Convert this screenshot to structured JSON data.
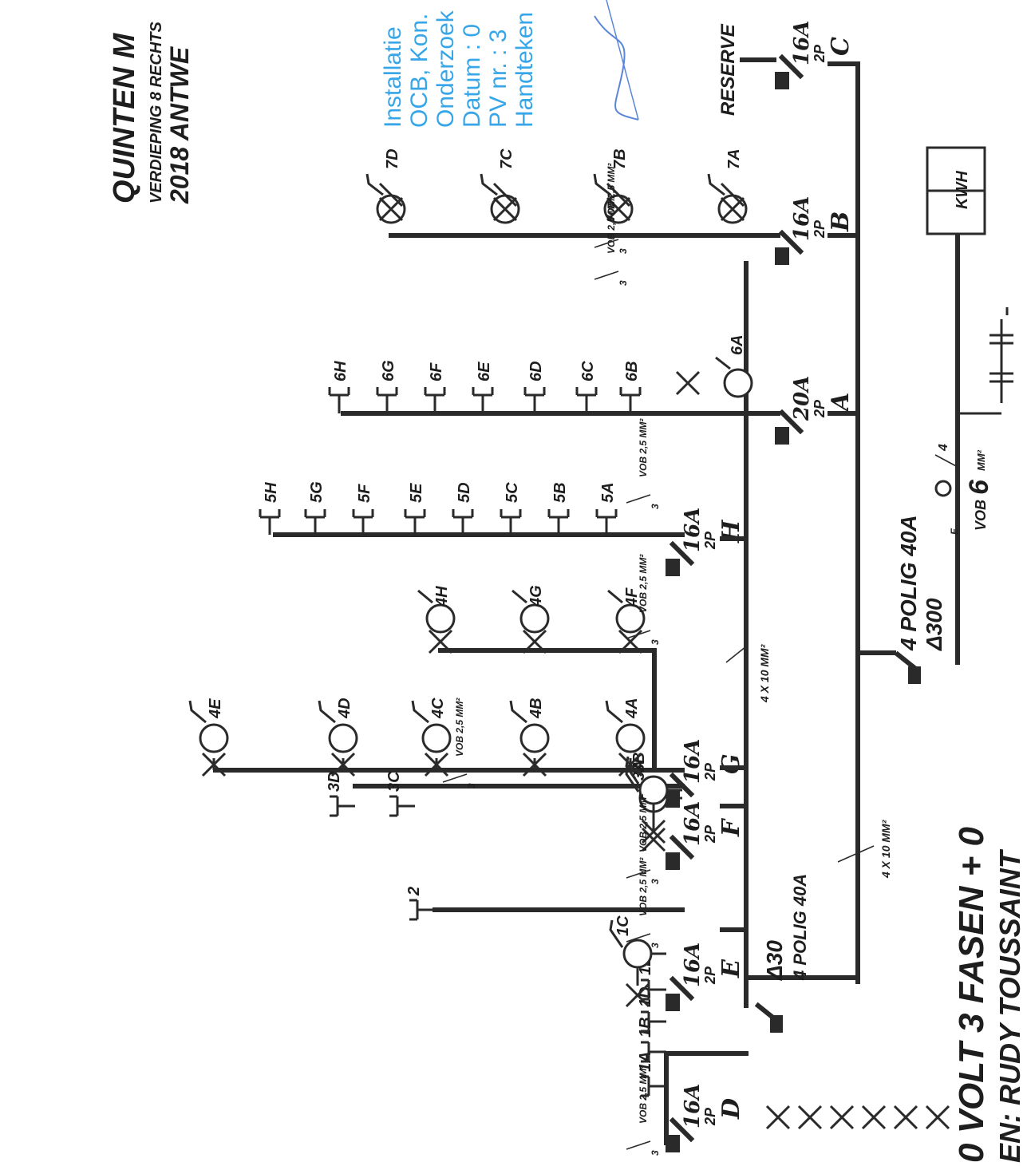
{
  "header": {
    "company_name": "QUINTEN M",
    "address_line1": "VERDIEPING 8 RECHTS",
    "address_line2": "2018 ANTWE"
  },
  "stamp": {
    "line1": "Installatie",
    "line2": "OCB, Kon.",
    "line3": "Onderzoek",
    "line4": "Datum : 0",
    "line5": "PV nr. : 3",
    "line6": "Handteken",
    "color": "#37a6e8"
  },
  "supply": {
    "voltage_line": "0 VOLT 3 FASEN + 0",
    "installer_line": "EN: RUDY TOUSSAINT"
  },
  "main": {
    "breaker_rating": "4 POLIG 40A",
    "breaker_diff": "Δ300",
    "meter": "KWH",
    "feed_cable_prefix": "VOB",
    "feed_cable_size": "6",
    "feed_cable_unit": "MM²",
    "feed_conductors": "4",
    "earth_mark": "E"
  },
  "group_breakers": [
    {
      "diff": "Δ30",
      "rating": "4 POLIG 40A"
    }
  ],
  "cables": {
    "bus_a": "4 X 10 MM²",
    "bus_b": "4 X 10 MM²",
    "circuit": "VOB 2,5 MM²",
    "circuit_conductors": "3",
    "earth": "E"
  },
  "circuits": [
    {
      "letter": "D",
      "rating": "16A",
      "poles": "2P",
      "points": [
        "1A",
        "1B",
        "1D",
        "1E",
        "1C"
      ]
    },
    {
      "letter": "E",
      "rating": "16A",
      "poles": "2P",
      "points": [
        "2"
      ]
    },
    {
      "letter": "F",
      "rating": "16A",
      "poles": "2P",
      "points": [
        "3A",
        "3B",
        "3C",
        "3D"
      ]
    },
    {
      "letter": "G",
      "rating": "16A",
      "poles": "2P",
      "points": [
        "4A",
        "4B",
        "4C",
        "4D",
        "4E",
        "4F",
        "4G",
        "4H"
      ]
    },
    {
      "letter": "H",
      "rating": "16A",
      "poles": "2P",
      "points": [
        "5A",
        "5B",
        "5C",
        "5D",
        "5E",
        "5F",
        "5G",
        "5H"
      ]
    },
    {
      "letter": "A",
      "rating": "20A",
      "poles": "2P",
      "points": [
        "6A",
        "6B",
        "6C",
        "6D",
        "6E",
        "6F",
        "6G",
        "6H"
      ]
    },
    {
      "letter": "B",
      "rating": "16A",
      "poles": "2P",
      "points": [
        "7A",
        "7B",
        "7C",
        "7D"
      ]
    },
    {
      "letter": "C",
      "rating": "16A",
      "poles": "2P",
      "points": [],
      "note": "RESERVE"
    }
  ]
}
